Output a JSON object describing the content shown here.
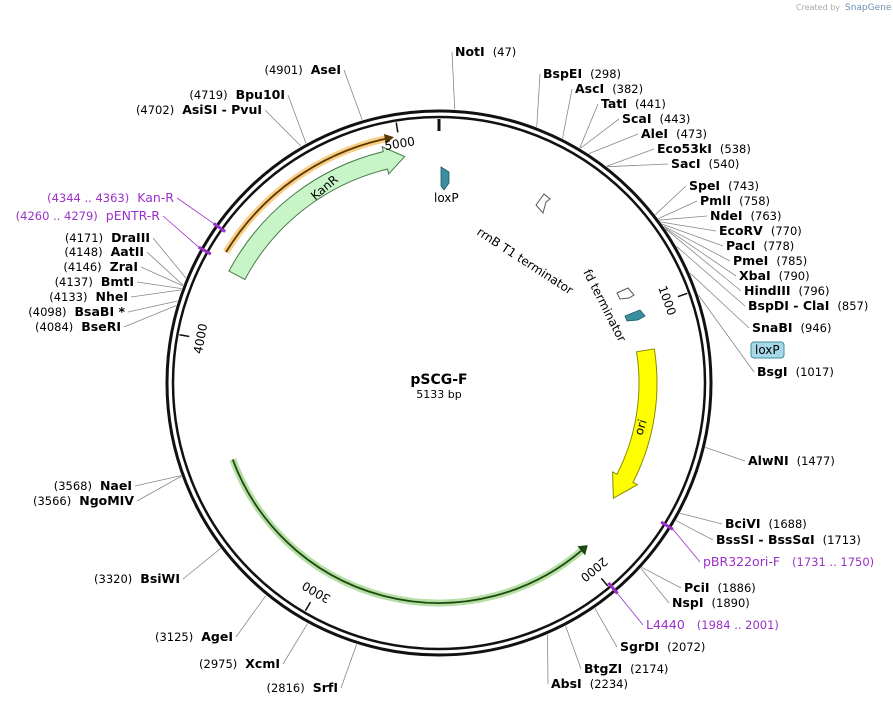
{
  "credit": {
    "created_by": "Created by",
    "brand": "SnapGene"
  },
  "plasmid": {
    "name": "pSCG-F",
    "size_label": "5133 bp",
    "length": 5133
  },
  "ticks": [
    {
      "pos": 1000,
      "label": "1000"
    },
    {
      "pos": 2000,
      "label": "2000"
    },
    {
      "pos": 3000,
      "label": "3000"
    },
    {
      "pos": 4000,
      "label": "4000"
    },
    {
      "pos": 5000,
      "label": "5000"
    }
  ],
  "sites": [
    {
      "name": "NotI",
      "pos": "(47)",
      "loc": 47
    },
    {
      "name": "BspEI",
      "pos": "(298)",
      "loc": 298
    },
    {
      "name": "AscI",
      "pos": "(382)",
      "loc": 382
    },
    {
      "name": "TatI",
      "pos": "(441)",
      "loc": 441
    },
    {
      "name": "ScaI",
      "pos": "(443)",
      "loc": 443
    },
    {
      "name": "AleI",
      "pos": "(473)",
      "loc": 473
    },
    {
      "name": "Eco53kI",
      "pos": "(538)",
      "loc": 538
    },
    {
      "name": "SacI",
      "pos": "(540)",
      "loc": 540
    },
    {
      "name": "SpeI",
      "pos": "(743)",
      "loc": 743
    },
    {
      "name": "PmlI",
      "pos": "(758)",
      "loc": 758
    },
    {
      "name": "NdeI",
      "pos": "(763)",
      "loc": 763
    },
    {
      "name": "EcoRV",
      "pos": "(770)",
      "loc": 770
    },
    {
      "name": "PacI",
      "pos": "(778)",
      "loc": 778
    },
    {
      "name": "PmeI",
      "pos": "(785)",
      "loc": 785
    },
    {
      "name": "XbaI",
      "pos": "(790)",
      "loc": 790
    },
    {
      "name": "HindIII",
      "pos": "(796)",
      "loc": 796
    },
    {
      "name": "BspDI - ClaI",
      "pos": "(857)",
      "loc": 857
    },
    {
      "name": "SnaBI",
      "pos": "(946)",
      "loc": 946
    },
    {
      "name": "BsgI",
      "pos": "(1017)",
      "loc": 1017
    },
    {
      "name": "AlwNI",
      "pos": "(1477)",
      "loc": 1477
    },
    {
      "name": "BciVI",
      "pos": "(1688)",
      "loc": 1688
    },
    {
      "name": "BssSI - BssSαI",
      "pos": "(1713)",
      "loc": 1713
    },
    {
      "name": "PciI",
      "pos": "(1886)",
      "loc": 1886
    },
    {
      "name": "NspI",
      "pos": "(1890)",
      "loc": 1890
    },
    {
      "name": "SgrDI",
      "pos": "(2072)",
      "loc": 2072
    },
    {
      "name": "BtgZI",
      "pos": "(2174)",
      "loc": 2174
    },
    {
      "name": "AbsI",
      "pos": "(2234)",
      "loc": 2234
    },
    {
      "name": "SrfI",
      "pos": "(2816)",
      "loc": 2816
    },
    {
      "name": "XcmI",
      "pos": "(2975)",
      "loc": 2975
    },
    {
      "name": "AgeI",
      "pos": "(3125)",
      "loc": 3125
    },
    {
      "name": "BsiWI",
      "pos": "(3320)",
      "loc": 3320
    },
    {
      "name": "NgoMIV",
      "pos": "(3566)",
      "loc": 3566
    },
    {
      "name": "NaeI",
      "pos": "(3568)",
      "loc": 3568
    },
    {
      "name": "BseRI",
      "pos": "(4084)",
      "loc": 4084
    },
    {
      "name": "BsaBI *",
      "pos": "(4098)",
      "loc": 4098
    },
    {
      "name": "NheI",
      "pos": "(4133)",
      "loc": 4133
    },
    {
      "name": "BmtI",
      "pos": "(4137)",
      "loc": 4137
    },
    {
      "name": "ZraI",
      "pos": "(4146)",
      "loc": 4146
    },
    {
      "name": "AatII",
      "pos": "(4148)",
      "loc": 4148
    },
    {
      "name": "DraIII",
      "pos": "(4171)",
      "loc": 4171
    },
    {
      "name": "AsiSI - PvuI",
      "pos": "(4702)",
      "loc": 4702
    },
    {
      "name": "Bpu10I",
      "pos": "(4719)",
      "loc": 4719
    },
    {
      "name": "AseI",
      "pos": "(4901)",
      "loc": 4901
    }
  ],
  "primers": [
    {
      "name": "Kan-R",
      "range": "(4344 .. 4363)",
      "loc": 4353
    },
    {
      "name": "pENTR-R",
      "range": "(4260 .. 4279)",
      "loc": 4270
    },
    {
      "name": "pBR322ori-F",
      "range": "(1731 .. 1750)",
      "loc": 1740
    },
    {
      "name": "L4440",
      "range": "(1984 .. 2001)",
      "loc": 1992
    }
  ],
  "features": [
    {
      "name": "KanR",
      "start": 4250,
      "end": 4970,
      "direction": "forward",
      "color": "#c8f5c8"
    },
    {
      "name": "ori",
      "start": 1180,
      "end": 1780,
      "direction": "forward",
      "color": "#ffff00"
    },
    {
      "name": "loxP",
      "boxed": false,
      "start": 130,
      "end": 165,
      "color": "#3a8ea0"
    },
    {
      "name": "loxP",
      "boxed": true,
      "start": 900,
      "end": 935,
      "color": "#3a8ea0"
    },
    {
      "name": "rrnB T1 terminator",
      "start": 420,
      "end": 500,
      "color": "#ffffff"
    },
    {
      "name": "fd terminator",
      "start": 760,
      "end": 830,
      "color": "#ffffff"
    }
  ],
  "colors": {
    "orange_arc": "#f5a623",
    "green_arc": "#6cc04a",
    "primer": "#9b30c8",
    "box": "#a8d8e8"
  }
}
